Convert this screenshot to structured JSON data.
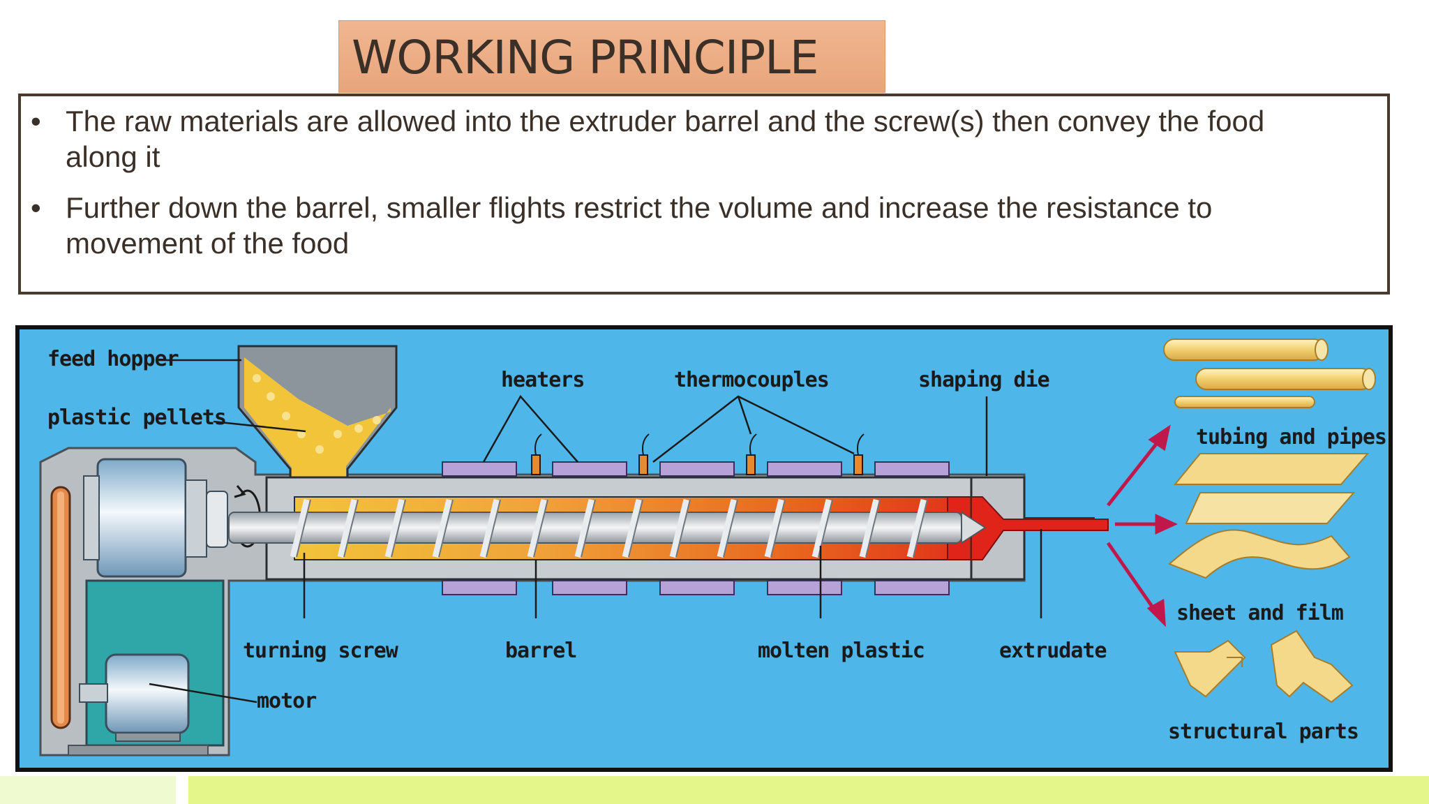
{
  "slide": {
    "title": "WORKING PRINCIPLE",
    "bullets": [
      {
        "line1": "The raw materials are allowed into the extruder barrel and the screw(s) then convey the food",
        "line2": "along it"
      },
      {
        "line1": "Further down the barrel, smaller flights restrict the volume and increase the resistance to",
        "line2": "movement  of the food"
      }
    ],
    "bullet_char": "•"
  },
  "diagram": {
    "labels": {
      "feed_hopper": "feed hopper",
      "plastic_pellets": "plastic pellets",
      "heaters": "heaters",
      "thermocouples": "thermocouples",
      "shaping_die": "shaping die",
      "tubing_and_pipes": "tubing and pipes",
      "sheet_and_film": "sheet and film",
      "structural_parts": "structural parts",
      "turning_screw": "turning screw",
      "barrel": "barrel",
      "molten_plastic": "molten plastic",
      "extrudate": "extrudate",
      "motor": "motor"
    },
    "colors": {
      "background": "#4fb6e9",
      "pellets": "#f2c43a",
      "molten": "#e8501e",
      "die_flow": "#e0241a",
      "heater": "#b6a2d6",
      "arrow": "#c0184a",
      "product": "#f4d98a"
    }
  }
}
